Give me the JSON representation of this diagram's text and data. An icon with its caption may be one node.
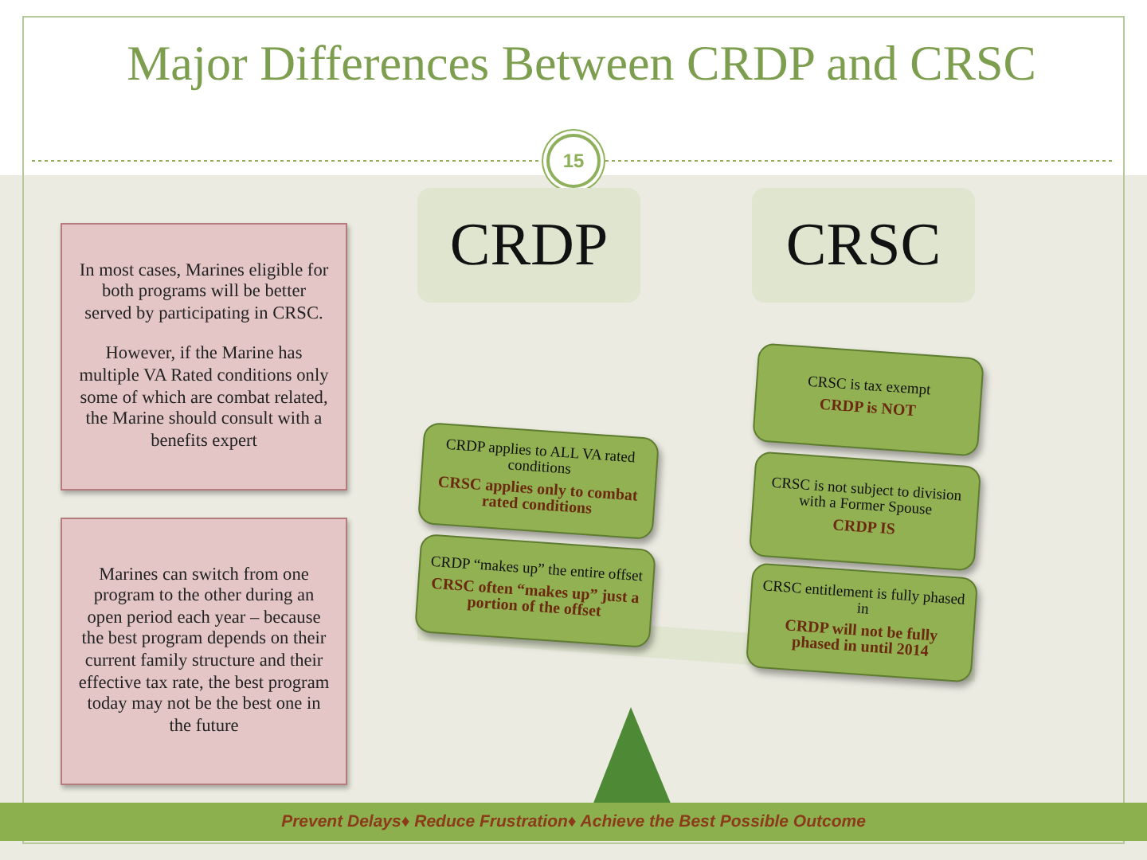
{
  "diagram": {
    "title": "Major Differences Between CRDP and CRSC",
    "nodes": [
      {
        "text": [
          "CRDP"
        ]
      },
      {
        "text": [
          "CRSC"
        ]
      },
      {
        "text": [
          "CRDP applies to ALL VA rated conditions",
          "CRSC applies only to combat rated conditions"
        ]
      },
      {
        "text": [
          "CRDP “makes up” the entire offset",
          "CRSC  often “makes up” just a portion of the offset"
        ]
      },
      {
        "text": [
          "CRSC is tax exempt",
          "CRDP is NOT"
        ]
      },
      {
        "text": [
          "CRSC is not subject to division with a Former Spouse",
          "CRDP IS"
        ]
      },
      {
        "text": [
          "CRSC entitlement is fully phased in",
          "CRDP will not be fully phased in until 2014"
        ]
      },
      {
        "text": [
          "In most cases, Marines eligible for both programs will be better served by participating in CRSC.",
          "However, if the Marine has multiple VA Rated conditions only some of which are combat related, the Marine should consult with a benefits expert"
        ]
      },
      {
        "text": [
          "Marines can switch from one program to the other during an open period each year – because the best program depends on their current family structure and their effective tax rate, the best program today may not be the best one in the future"
        ]
      }
    ],
    "labels": [
      "15",
      "Prevent Delays♦ Reduce Frustration♦ Achieve the Best Possible Outcome"
    ]
  }
}
